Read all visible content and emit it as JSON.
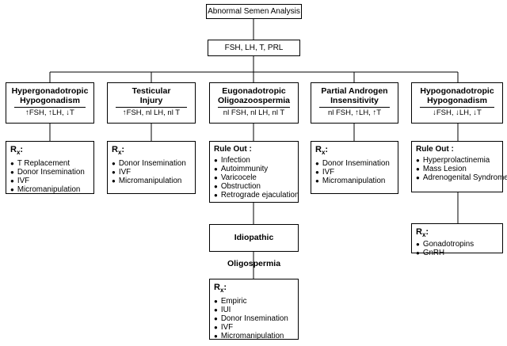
{
  "root": {
    "title": "Abnormal Semen Analysis"
  },
  "tests": {
    "label": "FSH, LH, T, PRL"
  },
  "categories": [
    {
      "title_lines": [
        "Hypergonadotropic",
        "Hypogonadism"
      ],
      "levels": "↑FSH, ↑LH, ↓T"
    },
    {
      "title_lines": [
        "Testicular",
        "Injury"
      ],
      "levels": "↑FSH, nl LH, nl T"
    },
    {
      "title_lines": [
        "Eugonadotropic",
        "Oligoazoospermia"
      ],
      "levels": "nl FSH, nl LH, nl T"
    },
    {
      "title_lines": [
        "Partial Androgen",
        "Insensitivity"
      ],
      "levels": "nl FSH, ↑LH, ↑T"
    },
    {
      "title_lines": [
        "Hypogonadotropic",
        "Hypogonadism"
      ],
      "levels": "↓FSH, ↓LH, ↓T"
    }
  ],
  "rx_label": {
    "main": "R",
    "sub": "x",
    "suffix": ":"
  },
  "rule_out_label": "Rule Out :",
  "treatments": {
    "hypergonadotropic": [
      "T Replacement",
      "Donor Insemination",
      "IVF",
      "Micromanipulation"
    ],
    "testicular": [
      "Donor Insemination",
      "IVF",
      "Micromanipulation"
    ],
    "partial_androgen": [
      "Donor Insemination",
      "IVF",
      "Micromanipulation"
    ]
  },
  "rule_out": {
    "eugonadotropic": [
      "Infection",
      "Autoimmunity",
      "Varicocele",
      "Obstruction",
      "Retrograde ejaculation"
    ],
    "hypogonadotropic": [
      "Hyperprolactinemia",
      "Mass Lesion",
      "Adrenogenital Syndrome"
    ]
  },
  "idiopathic": {
    "title": "Idiopathic Oligospermia"
  },
  "idiopathic_rx": [
    "Empiric",
    "IUI",
    "Donor Insemination",
    "IVF",
    "Micromanipulation"
  ],
  "hypogonadotropic_rx": [
    "Gonadotropins",
    "GnRH"
  ]
}
